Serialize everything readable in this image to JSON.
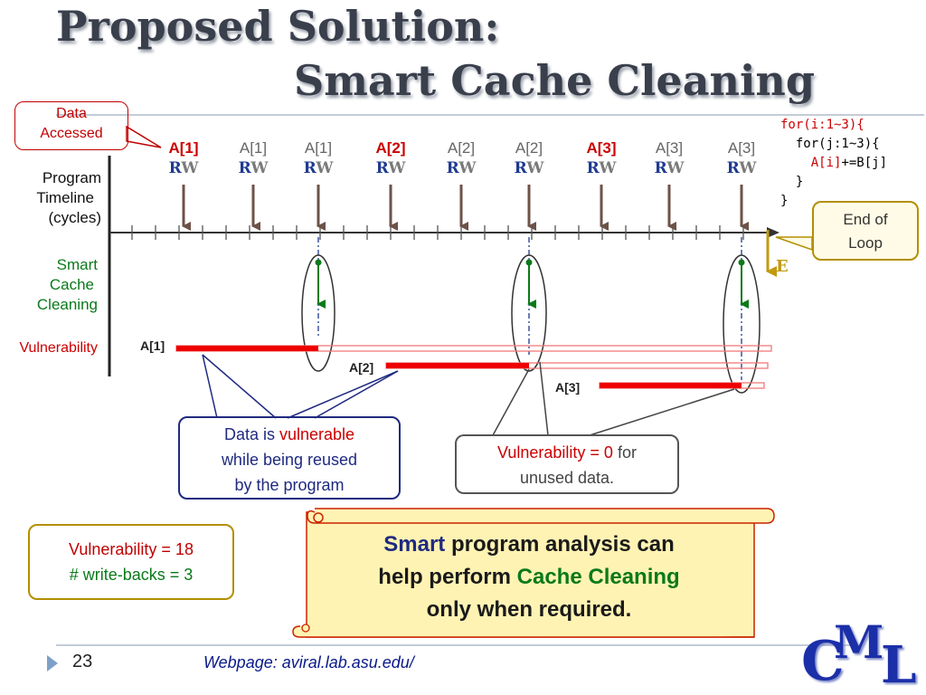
{
  "title": {
    "line1": "Proposed Solution:",
    "line2": "Smart Cache Cleaning"
  },
  "callouts": {
    "data_accessed": [
      "Data",
      "Accessed"
    ],
    "end_of_loop": [
      "End of",
      "Loop"
    ],
    "vulnerable": {
      "pre": "Data is ",
      "hl": "vulnerable",
      "rest1": "while being reused",
      "rest2": "by the program"
    },
    "zero": {
      "hl": "Vulnerability = 0",
      "rest1": " for",
      "rest2": "unused data."
    },
    "stats": {
      "line1": "Vulnerability = 18",
      "line2": "# write-backs = 3"
    }
  },
  "accesses": [
    {
      "label": "A[1]",
      "first": true
    },
    {
      "label": "A[1]",
      "first": false
    },
    {
      "label": "A[1]",
      "first": false
    },
    {
      "label": "A[2]",
      "first": true
    },
    {
      "label": "A[2]",
      "first": false
    },
    {
      "label": "A[2]",
      "first": false
    },
    {
      "label": "A[3]",
      "first": true
    },
    {
      "label": "A[3]",
      "first": false
    },
    {
      "label": "A[3]",
      "first": false
    }
  ],
  "rw": {
    "r": "R",
    "w": "W"
  },
  "axis_labels": {
    "program": [
      "Program",
      "Timeline",
      "(cycles)"
    ],
    "smart": [
      "Smart",
      "Cache",
      "Cleaning"
    ],
    "vulnerability": "Vulnerability"
  },
  "bar_labels": [
    "A[1]",
    "A[2]",
    "A[3]"
  ],
  "end_marker": "E",
  "code": {
    "line1": "for(i:1~3){",
    "line2a": "  for(j:1~3){",
    "line3a": "    ",
    "line3b": "A[i]",
    "line3c": "+=B[j]",
    "line4": "  }",
    "line5": "}"
  },
  "scroll": {
    "w1": "Smart",
    "w2": " program analysis can",
    "w3": "help perform ",
    "w4": "Cache Cleaning",
    "w5": "only when required."
  },
  "footer": {
    "page": "23",
    "webpage": "Webpage: aviral.lab.asu.edu/"
  },
  "logo": {
    "c": "C",
    "m": "M",
    "l": "L"
  },
  "colors": {
    "red": "#cc0000",
    "green": "#0a7a1a",
    "navy": "#1f2a80",
    "gold": "#b38f00"
  }
}
